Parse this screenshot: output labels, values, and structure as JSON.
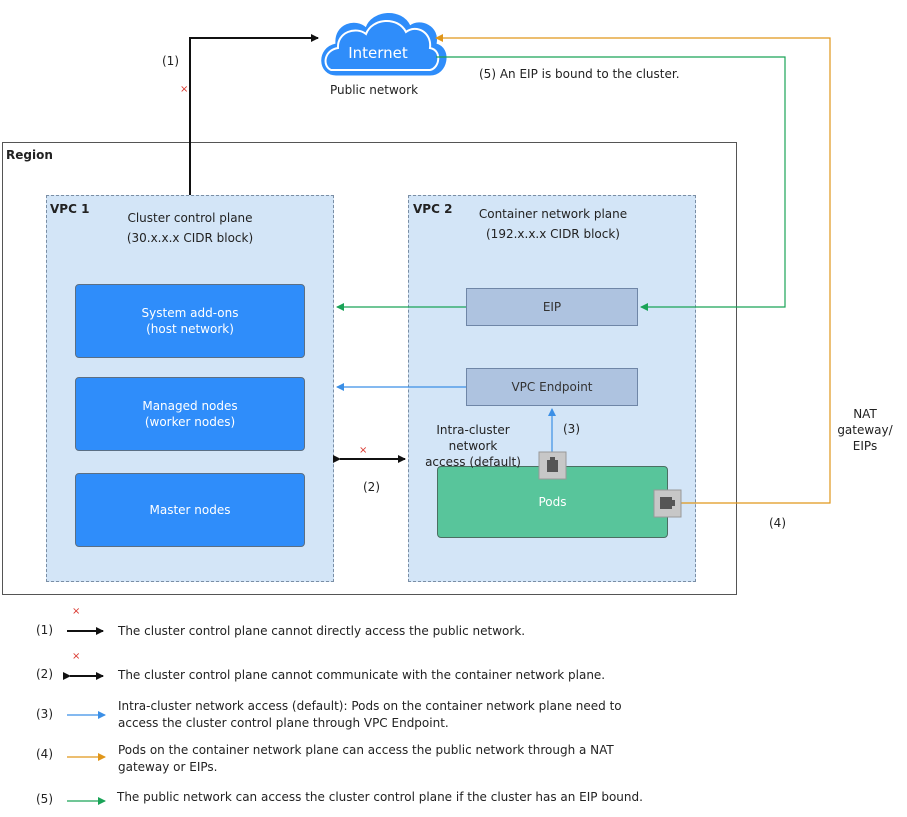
{
  "internet": {
    "label": "Internet",
    "caption": "Public network"
  },
  "region": {
    "label": "Region"
  },
  "vpc1": {
    "label": "VPC 1",
    "title": "Cluster control plane",
    "cidr": "(30.x.x.x CIDR block)",
    "boxes": {
      "addons_line1": "System add-ons",
      "addons_line2": "(host network)",
      "managed_line1": "Managed nodes",
      "managed_line2": "(worker nodes)",
      "master": "Master nodes"
    }
  },
  "vpc2": {
    "label": "VPC 2",
    "title": "Container network plane",
    "cidr": "(192.x.x.x CIDR block)",
    "eip": "EIP",
    "endpoint": "VPC Endpoint",
    "intra_line1": "Intra-cluster network",
    "intra_line2": "access (default)",
    "pods": "Pods"
  },
  "labels": {
    "n1": "(1)",
    "n2": "(2)",
    "n3": "(3)",
    "n4": "(4)",
    "n5_note": "(5) An EIP is bound to the cluster.",
    "nat_line1": "NAT",
    "nat_line2": "gateway/",
    "nat_line3": "EIPs",
    "x_mark": "×"
  },
  "legend": [
    {
      "num": "(1)",
      "line1": "The cluster control plane cannot directly access the public network.",
      "line2": ""
    },
    {
      "num": "(2)",
      "line1": "The cluster control plane cannot communicate with the container network plane.",
      "line2": ""
    },
    {
      "num": "(3)",
      "line1": "Intra-cluster network access (default): Pods on the container network plane need to",
      "line2": "access the cluster control plane through VPC Endpoint."
    },
    {
      "num": "(4)",
      "line1": "Pods on the container network plane can access the public network through a NAT",
      "line2": "gateway or EIPs."
    },
    {
      "num": "(5)",
      "line1": "The public network can access the cluster control plane if the cluster has an EIP bound.",
      "line2": ""
    }
  ],
  "colors": {
    "black_arrow": "#111111",
    "blue_arrow": "#3b8fe6",
    "orange_arrow": "#e0961a",
    "green_arrow": "#1aa357",
    "cross": "#d9342b",
    "cloud_fill": "#2f8dfa",
    "vpc_fill": "#d3e5f7"
  }
}
